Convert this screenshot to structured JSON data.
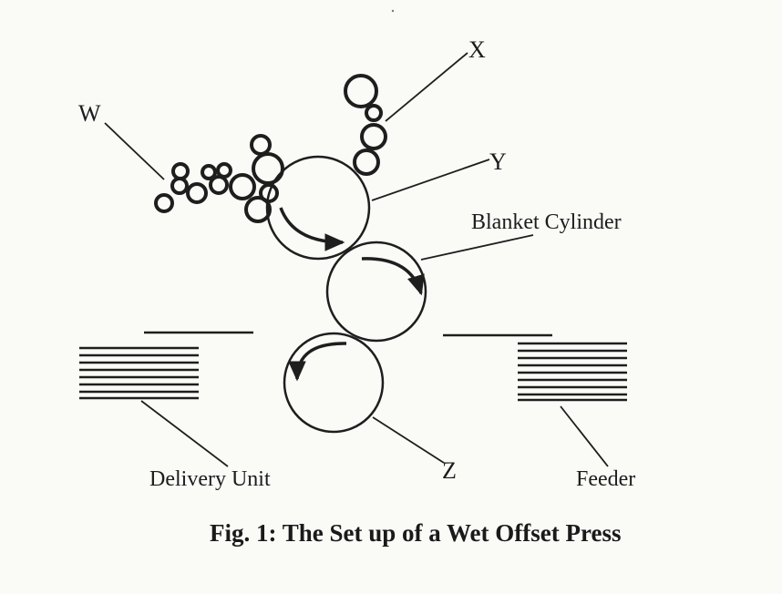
{
  "diagram": {
    "labels": {
      "w": "W",
      "x": "X",
      "y": "Y",
      "z": "Z",
      "blanket": "Blanket Cylinder",
      "delivery": "Delivery Unit",
      "feeder": "Feeder"
    },
    "caption": "Fig. 1: The Set up of a Wet Offset Press"
  }
}
